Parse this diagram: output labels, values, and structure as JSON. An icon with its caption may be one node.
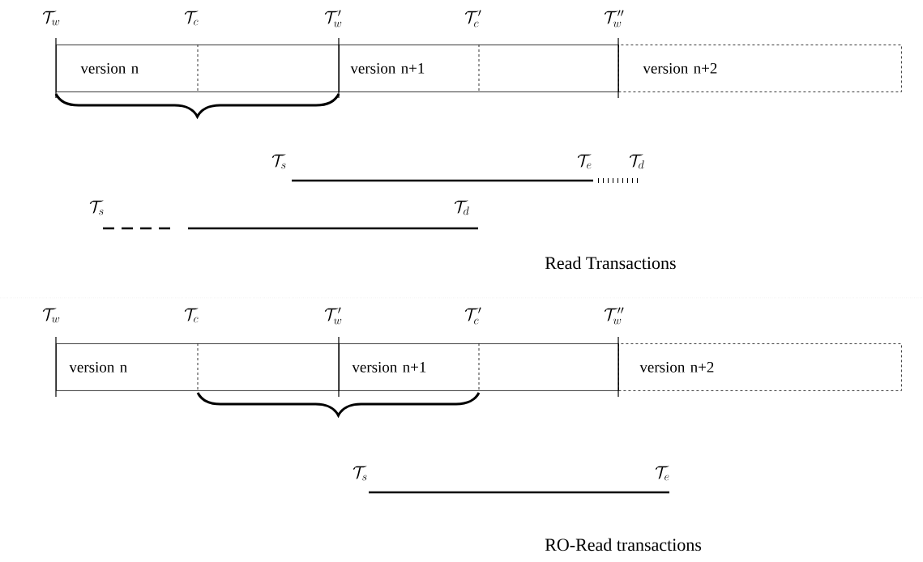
{
  "diagram": {
    "nodes": [
      {
        "text": [
          "version n"
        ]
      },
      {
        "text": [
          "version n+1"
        ]
      },
      {
        "text": [
          "version n+2"
        ]
      },
      {
        "text": [
          "version n"
        ]
      },
      {
        "text": [
          "version n+1"
        ]
      },
      {
        "text": [
          "version n+2"
        ]
      }
    ],
    "labels": [
      "\\mathcal{T}_w",
      "\\mathcal{T}_c",
      "\\mathcal{T}'_w",
      "\\mathcal{T}'_c",
      "\\mathcal{T}''_w",
      "\\mathcal{T}_s",
      "\\mathcal{T}_e",
      "\\mathcal{T}_d",
      "\\mathcal{T}_s",
      "\\mathcal{T}_d",
      "Read Transactions",
      "\\mathcal{T}_w",
      "\\mathcal{T}_c",
      "\\mathcal{T}'_w",
      "\\mathcal{T}'_c",
      "\\mathcal{T}''_w",
      "\\mathcal{T}_s",
      "\\mathcal{T}_e",
      "RO-Read transactions"
    ]
  }
}
